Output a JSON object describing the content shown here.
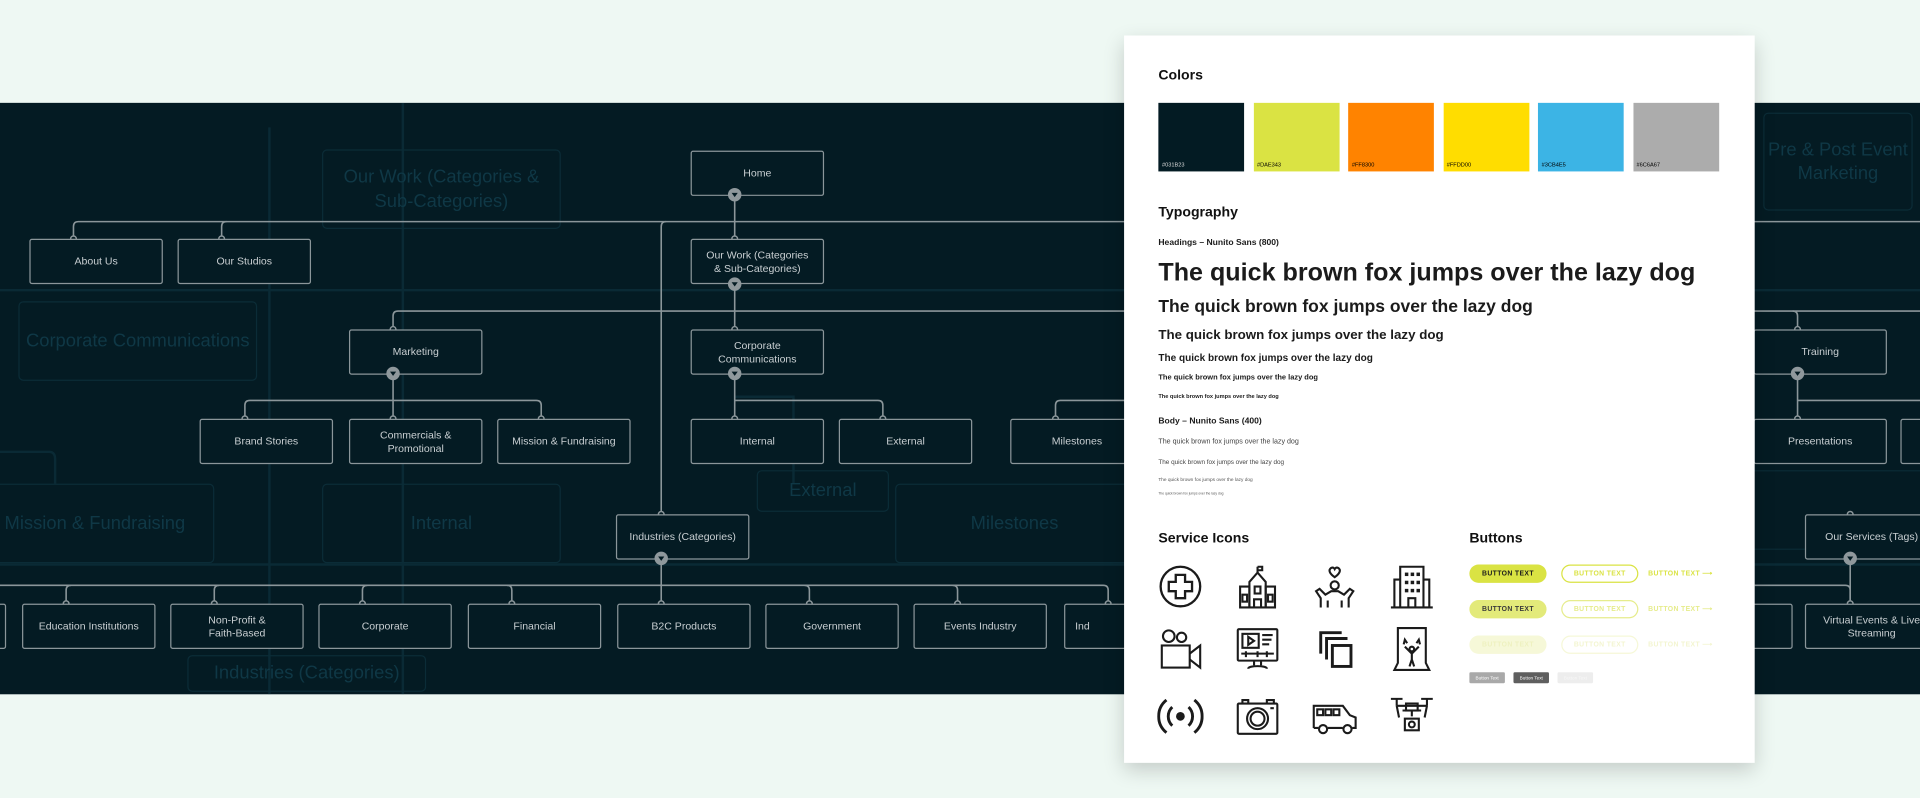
{
  "style_guide": {
    "colors_heading": "Colors",
    "swatches": [
      {
        "label": "#031B23",
        "hex": "#031B23"
      },
      {
        "label": "#DAE343",
        "hex": "#DAE343"
      },
      {
        "label": "#FF8300",
        "hex": "#FF8300"
      },
      {
        "label": "#FFDD00",
        "hex": "#FFDD00"
      },
      {
        "label": "#3CB4E5",
        "hex": "#3CB4E5"
      },
      {
        "label": "#6C6A67",
        "hex": "#ACACAC"
      }
    ],
    "typography_heading": "Typography",
    "headings_label": "Headings – Nunito Sans (800)",
    "body_label": "Body – Nunito Sans (400)",
    "sample": "The quick brown fox jumps over the lazy dog",
    "icons_heading": "Service Icons",
    "icons": [
      "medical-cross",
      "school",
      "charity-heart",
      "office-building",
      "video-camera",
      "video-monitor",
      "copy-layers",
      "stage-performance",
      "broadcast",
      "photo-camera",
      "van",
      "drone-camera"
    ],
    "buttons_heading": "Buttons",
    "button_text": "BUTTON TEXT",
    "small_button_text": "Button Text",
    "accent": "#DAE343"
  },
  "chart": {
    "nodes": {
      "home": "Home",
      "about": "About Us",
      "studios": "Our Studios",
      "ourwork": "Our Work (Categories & Sub-Categories)",
      "marketing": "Marketing",
      "corpcomm": "Corporate Communications",
      "training": "Training",
      "brand": "Brand Stories",
      "commercials": "Commercials & Promotional",
      "mission": "Mission & Fundraising",
      "internal": "Internal",
      "external": "External",
      "milestones": "Milestones",
      "presentations": "Presentations",
      "industries": "Industries (Categories)",
      "services": "Our Services (Tags)",
      "education": "Education Institutions",
      "nonprofit": "Non-Profit & Faith-Based",
      "corporate": "Corporate",
      "financial": "Financial",
      "b2c": "B2C Products",
      "government": "Government",
      "events": "Events Industry",
      "ind": "Ind",
      "virtual": "Virtual Events & Live Streaming"
    },
    "ghost": {
      "ourwork": "Our Work (Categories & Sub-Categories)",
      "corpcomm": "Corporate Communications",
      "mission": "Mission & Fundraising",
      "internal": "Internal",
      "external": "External",
      "milestones": "Milestones",
      "prepost": "Pre & Post Event Marketing",
      "industries": "Industries (Categories)"
    }
  }
}
